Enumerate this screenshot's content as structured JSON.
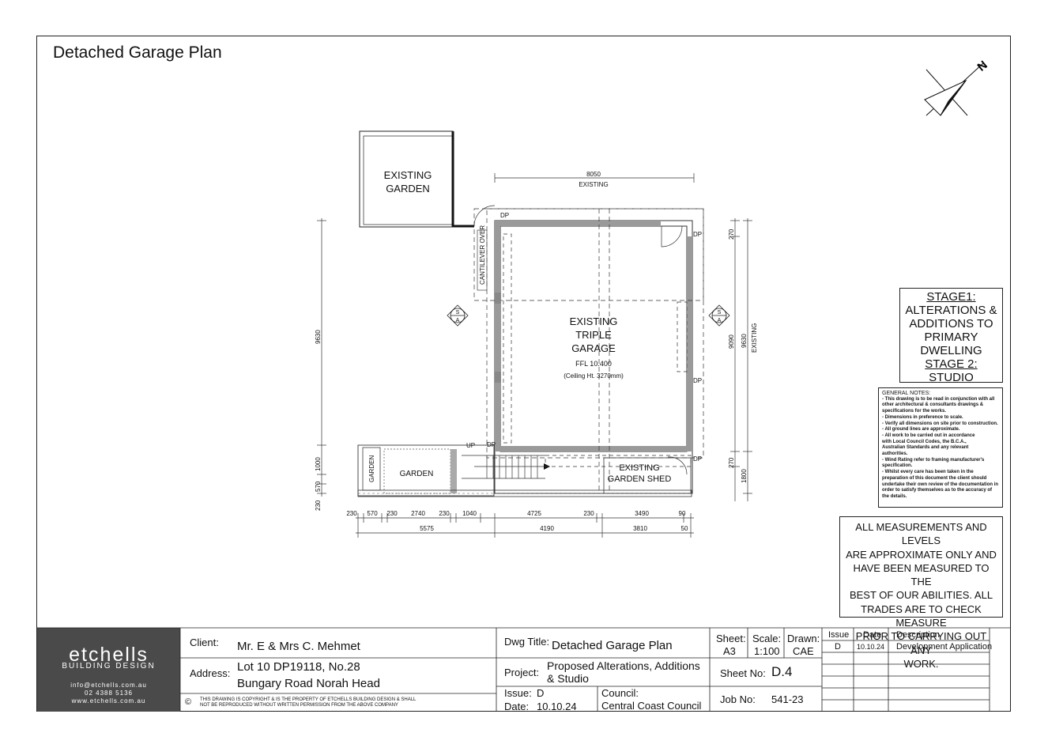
{
  "page_title": "Detached Garage Plan",
  "plan": {
    "existing_garden": [
      "EXISTING",
      "GARDEN"
    ],
    "garage": [
      "EXISTING",
      "TRIPLE",
      "GARAGE"
    ],
    "ffl": "FFL 10.400",
    "ceiling": "(Ceiling Ht. 3270mm)",
    "garden": "GARDEN",
    "garden_small": "GARDEN",
    "shed": [
      "EXISTING",
      "GARDEN SHED"
    ],
    "cantilever": "CANTILEVER OVER",
    "up": "UP",
    "dp": "DP",
    "section_s": "S",
    "section_a": "A",
    "north": "N",
    "dim_top": "8050",
    "dim_top_sub": "EXISTING",
    "dim_left": "9630",
    "dim_right_outer": "9630",
    "dim_right_outer_sub": "EXISTING",
    "dim_right_inner": "9090",
    "dim_270a": "270",
    "dim_270b": "270",
    "dim_1800": "1800",
    "dim_left_1000": "1000",
    "dim_left_570": "570",
    "dim_left_230": "230",
    "bottom_row1": [
      "230",
      "570",
      "230",
      "2740",
      "230",
      "1040",
      "4725",
      "230",
      "3490",
      "90"
    ],
    "bottom_row2": [
      "5575",
      "4190",
      "3810",
      "50"
    ]
  },
  "stage": {
    "l1": "STAGE1:",
    "l2": "ALTERATIONS &",
    "l3": "ADDITIONS TO",
    "l4": "PRIMARY",
    "l5": "DWELLING",
    "l6": "STAGE 2:",
    "l7": "STUDIO"
  },
  "notes": [
    "GENERAL NOTES:",
    "- This drawing is to be read in conjunction with all",
    "  other architectural & consultants drawings &",
    "  specifications for the works.",
    "- Dimensions  in  preference  to  scale.",
    "- Verify all dimensions on site prior to construction.",
    "- All  ground  lines  are  approximate.",
    "- All  work  to  be  carried  out  in  accordance",
    "  with  Local  Council  Codes,  the  B.C.A.,",
    "  Australian  Standards  and  any  relevant",
    "  authorities.",
    "- Wind  Rating  refer  to  framing  manufacturer's",
    "  specification.",
    "- Whilst every care has been taken in the",
    "preparation of this document the client should",
    "undertake their own review of the documentation in",
    "order to satisfy themselves as to the accuracy of",
    "the details."
  ],
  "warning": [
    "ALL MEASUREMENTS AND LEVELS",
    "ARE APPROXIMATE ONLY AND",
    "HAVE BEEN MEASURED TO THE",
    "BEST OF OUR ABILITIES. ALL",
    "TRADES ARE TO CHECK MEASURE",
    "PRIOR TO CARRYING OUT ANY",
    "WORK."
  ],
  "logo": {
    "name": "etchells",
    "sub": "BUILDING DESIGN",
    "email": "info@etchells.com.au",
    "phone": "02 4388 5136",
    "web": "www.etchells.com.au"
  },
  "titleblock": {
    "client_label": "Client:",
    "client": "Mr. E & Mrs C. Mehmet",
    "address_label": "Address:",
    "address1": "Lot 10 DP19118, No.28",
    "address2": "Bungary Road Norah Head",
    "copyright_symbol": "©",
    "copyright1": "THIS DRAWING IS COPYRIGHT & IS THE PROPERTY OF ETCHELLS BUILDING DESIGN & SHALL",
    "copyright2": "NOT BE REPRODUCED WITHOUT WRITTEN PERMISSION FROM THE ABOVE COMPANY",
    "dwg_label": "Dwg Title:",
    "dwg": "Detached Garage Plan",
    "project_label": "Project:",
    "project1": "Proposed Alterations, Additions",
    "project2": "& Studio",
    "issue_label": "Issue:",
    "issue": "D",
    "date_label": "Date:",
    "date": "10.10.24",
    "council_label": "Council:",
    "council": "Central Coast Council",
    "sheet_label": "Sheet:",
    "sheet": "A3",
    "scale_label": "Scale:",
    "scale": "1:100",
    "drawn_label": "Drawn:",
    "drawn": "CAE",
    "sheetno_label": "Sheet No:",
    "sheetno": "D.4",
    "jobno_label": "Job No:",
    "jobno": "541-23"
  },
  "revisions": {
    "headers": [
      "Issue",
      "Date",
      "Description"
    ],
    "rows": [
      [
        "D",
        "10.10.24",
        "Development Application"
      ]
    ]
  }
}
